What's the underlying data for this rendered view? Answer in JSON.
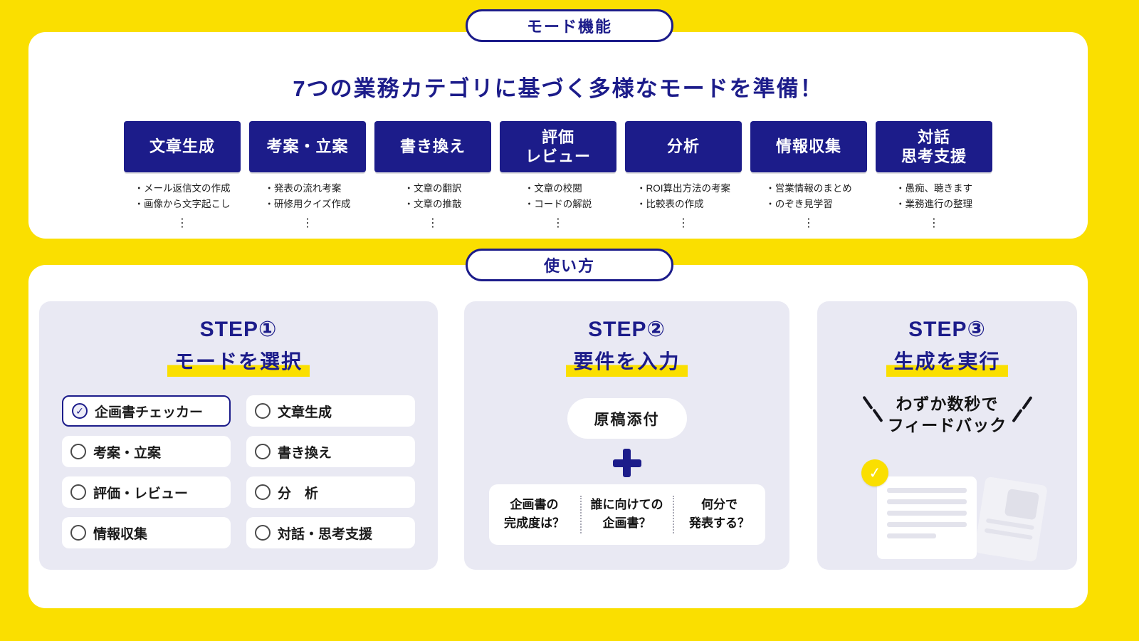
{
  "colors": {
    "background_yellow": "#FADF00",
    "navy": "#1C1C8A",
    "card_white": "#FFFFFF",
    "step_lavender": "#E9E9F3"
  },
  "icons": {
    "check": "✓",
    "plus": "+",
    "ellipsis": "⋮"
  },
  "mode": {
    "badge": "モード機能",
    "title": "7つの業務カテゴリに基づく多様なモードを準備！",
    "modes": [
      {
        "label": "文章生成",
        "items": [
          "・メール返信文の作成",
          "・画像から文字起こし"
        ]
      },
      {
        "label": "考案・立案",
        "items": [
          "・発表の流れ考案",
          "・研修用クイズ作成"
        ]
      },
      {
        "label": "書き換え",
        "items": [
          "・文章の翻訳",
          "・文章の推敲"
        ]
      },
      {
        "label": "評価\nレビュー",
        "items": [
          "・文章の校閲",
          "・コードの解説"
        ]
      },
      {
        "label": "分析",
        "items": [
          "・ROI算出方法の考案",
          "・比較表の作成"
        ]
      },
      {
        "label": "情報収集",
        "items": [
          "・営業情報のまとめ",
          "・のぞき見学習"
        ]
      },
      {
        "label": "対話\n思考支援",
        "items": [
          "・愚痴、聴きます",
          "・業務進行の整理"
        ]
      }
    ]
  },
  "usage": {
    "badge": "使い方",
    "steps": [
      {
        "title": "STEP①",
        "subtitle": "モードを選択",
        "options_left": [
          {
            "label": "企画書チェッカー",
            "selected": true
          },
          {
            "label": "考案・立案",
            "selected": false
          },
          {
            "label": "評価・レビュー",
            "selected": false
          },
          {
            "label": "情報収集",
            "selected": false
          }
        ],
        "options_right": [
          {
            "label": "文章生成",
            "selected": false
          },
          {
            "label": "書き換え",
            "selected": false
          },
          {
            "label": "分　析",
            "selected": false
          },
          {
            "label": "対話・思考支援",
            "selected": false
          }
        ]
      },
      {
        "title": "STEP②",
        "subtitle": "要件を入力",
        "attachment_label": "原稿添付",
        "questions": [
          {
            "line1": "企画書の",
            "line2": "完成度は？"
          },
          {
            "line1": "誰に向けての",
            "line2": "企画書？"
          },
          {
            "line1": "何分で",
            "line2": "発表する？"
          }
        ]
      },
      {
        "title": "STEP③",
        "subtitle": "生成を実行",
        "callout": {
          "line1": "わずか数秒で",
          "line2": "フィードバック"
        }
      }
    ]
  }
}
